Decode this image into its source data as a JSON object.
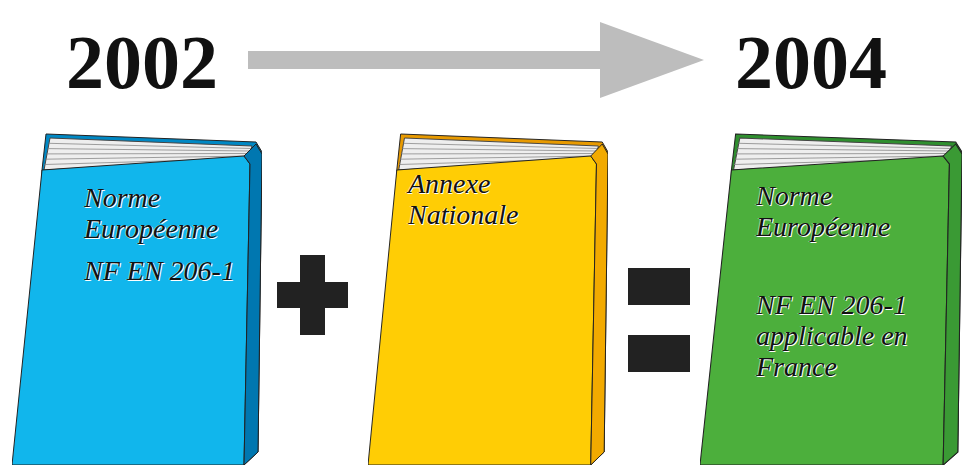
{
  "diagram": {
    "nodes": [
      {
        "text": [
          "Norme Européenne",
          "NF EN 206-1"
        ]
      },
      {
        "text": [
          "Annexe Nationale"
        ]
      },
      {
        "text": [
          "Norme Européenne",
          "NF EN 206-1 applicable en France"
        ]
      }
    ],
    "labels": [
      "2002",
      "2004"
    ]
  }
}
